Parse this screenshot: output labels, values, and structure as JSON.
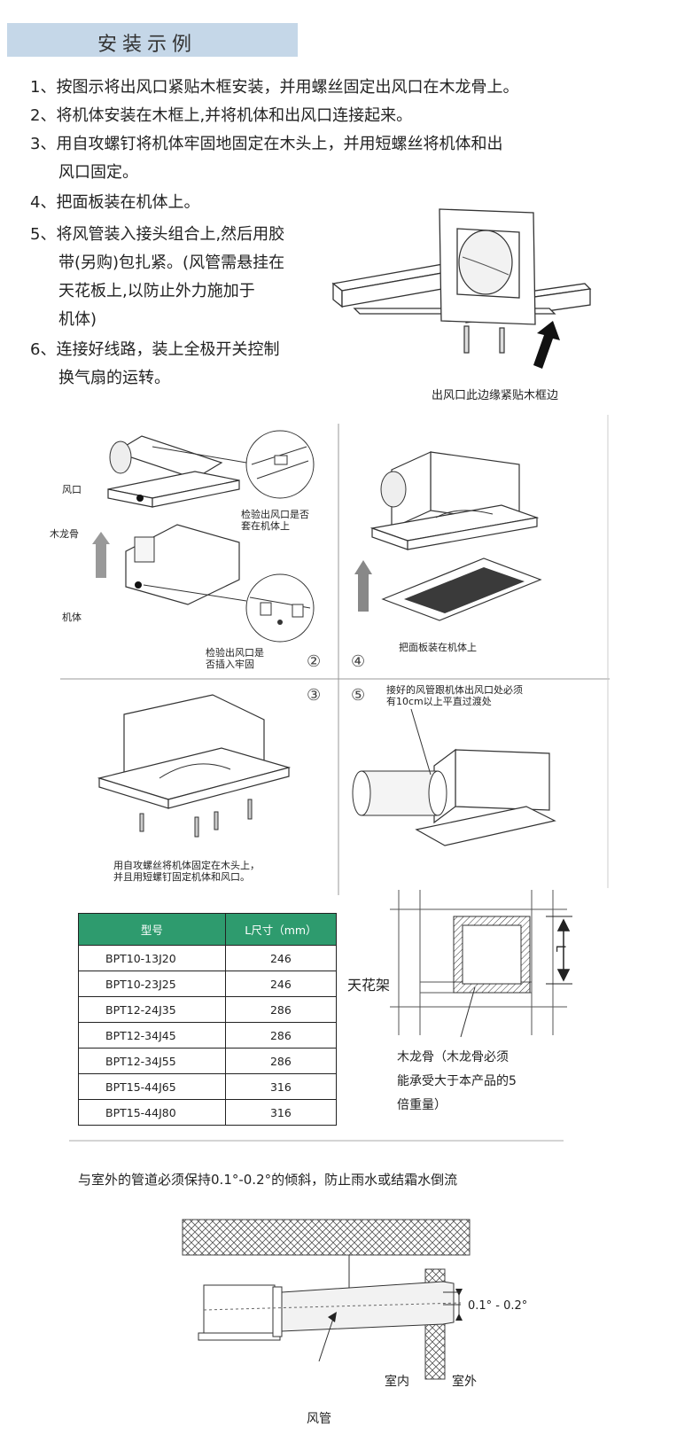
{
  "title": "安装示例",
  "steps": [
    "1、按图示将出风口紧贴木框安装，并用螺丝固定出风口在木龙骨上。",
    "2、将机体安装在木框上,并将机体和出风口连接起来。",
    "3、用自攻螺钉将机体牢固地固定在木头上，并用短螺丝将机体和出",
    "风口固定。",
    "4、把面板装在机体上。",
    "5、将风管装入接头组合上,然后用胶",
    "带(另购)包扎紧。(风管需悬挂在",
    "天花板上,以防止外力施加于",
    "机体)",
    "6、连接好线路，装上全极开关控制",
    "换气扇的运转。"
  ],
  "fig1_caption": "出风口此边缘紧贴木框边",
  "fig2": {
    "label_outlet": "风口",
    "label_joist": "木龙骨",
    "label_body": "机体",
    "check1": [
      "检验出风口是否",
      "套在机体上"
    ],
    "check2": [
      "检验出风口是",
      "否插入牢固"
    ],
    "num": "②"
  },
  "fig4": {
    "num": "④",
    "caption": "把面板装在机体上"
  },
  "fig3": {
    "num": "③",
    "caption": [
      "用自攻螺丝将机体固定在木头上，",
      "并且用短螺钉固定机体和风口。"
    ]
  },
  "fig5": {
    "num": "⑤",
    "caption": [
      "接好的风管跟机体出风口处必须",
      "有10cm以上平直过渡处"
    ]
  },
  "table": {
    "headers": [
      "型号",
      "L尺寸（mm）"
    ],
    "rows": [
      [
        "BPT10-13J20",
        "246"
      ],
      [
        "BPT10-23J25",
        "246"
      ],
      [
        "BPT12-24J35",
        "286"
      ],
      [
        "BPT12-34J45",
        "286"
      ],
      [
        "BPT12-34J55",
        "286"
      ],
      [
        "BPT15-44J65",
        "316"
      ],
      [
        "BPT15-44J80",
        "316"
      ]
    ]
  },
  "ceiling": {
    "frame_label": "天花架",
    "dim_label": "L",
    "joist_note": [
      "木龙骨（木龙骨必须",
      "能承受大于本产品的5",
      "倍重量）"
    ]
  },
  "slope_note": "与室外的管道必须保持0.1°-0.2°的倾斜，防止雨水或结霜水倒流",
  "duct": {
    "angle": "0.1° - 0.2°",
    "indoor": "室内",
    "outdoor": "室外",
    "duct": "风管"
  }
}
